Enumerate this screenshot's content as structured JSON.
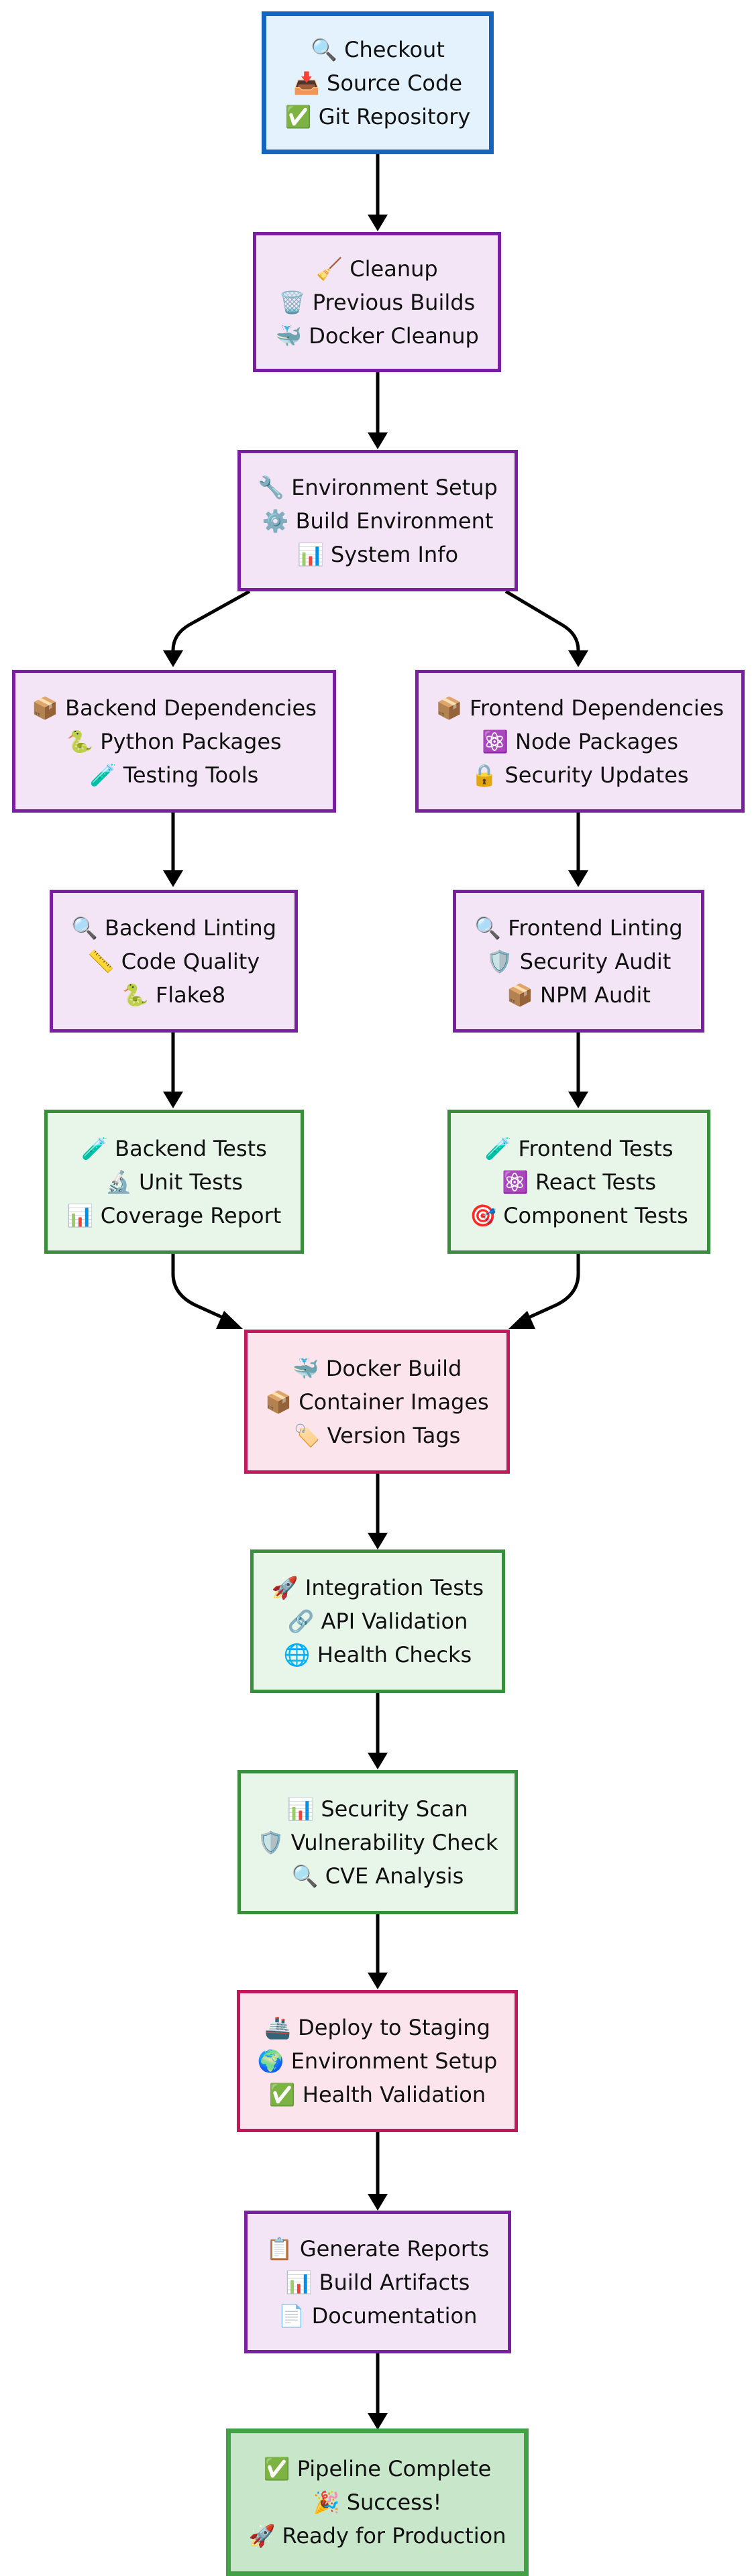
{
  "nodes": [
    {
      "id": "checkout",
      "lines": [
        "🔍 Checkout",
        "📥 Source Code",
        "✅ Git Repository"
      ]
    },
    {
      "id": "cleanup",
      "lines": [
        "🧹 Cleanup",
        "🗑️ Previous Builds",
        "🐳 Docker Cleanup"
      ]
    },
    {
      "id": "env-setup",
      "lines": [
        "🔧 Environment Setup",
        "⚙️ Build Environment",
        "📊 System Info"
      ]
    },
    {
      "id": "backend-deps",
      "lines": [
        "📦 Backend Dependencies",
        "🐍 Python Packages",
        "🧪 Testing Tools"
      ]
    },
    {
      "id": "frontend-deps",
      "lines": [
        "📦 Frontend Dependencies",
        "⚛️ Node Packages",
        "🔒 Security Updates"
      ]
    },
    {
      "id": "backend-lint",
      "lines": [
        "🔍 Backend Linting",
        "📏 Code Quality",
        "🐍 Flake8"
      ]
    },
    {
      "id": "frontend-lint",
      "lines": [
        "🔍 Frontend Linting",
        "🛡️ Security Audit",
        "📦 NPM Audit"
      ]
    },
    {
      "id": "backend-tests",
      "lines": [
        "🧪 Backend Tests",
        "🔬 Unit Tests",
        "📊 Coverage Report"
      ]
    },
    {
      "id": "frontend-tests",
      "lines": [
        "🧪 Frontend Tests",
        "⚛️ React Tests",
        "🎯 Component Tests"
      ]
    },
    {
      "id": "docker-build",
      "lines": [
        "🐳 Docker Build",
        "📦 Container Images",
        "🏷️ Version Tags"
      ]
    },
    {
      "id": "integration-tests",
      "lines": [
        "🚀 Integration Tests",
        "🔗 API Validation",
        "🌐 Health Checks"
      ]
    },
    {
      "id": "security-scan",
      "lines": [
        "📊 Security Scan",
        "🛡️ Vulnerability Check",
        "🔍 CVE Analysis"
      ]
    },
    {
      "id": "deploy-staging",
      "lines": [
        "🚢 Deploy to Staging",
        "🌍 Environment Setup",
        "✅ Health Validation"
      ]
    },
    {
      "id": "generate-reports",
      "lines": [
        "📋 Generate Reports",
        "📊 Build Artifacts",
        "📄 Documentation"
      ]
    },
    {
      "id": "pipeline-complete",
      "lines": [
        "✅ Pipeline Complete",
        "🎉 Success!",
        "🚀 Ready for Production"
      ]
    }
  ],
  "edges": [
    [
      "checkout",
      "cleanup"
    ],
    [
      "cleanup",
      "env-setup"
    ],
    [
      "env-setup",
      "backend-deps"
    ],
    [
      "env-setup",
      "frontend-deps"
    ],
    [
      "backend-deps",
      "backend-lint"
    ],
    [
      "frontend-deps",
      "frontend-lint"
    ],
    [
      "backend-lint",
      "backend-tests"
    ],
    [
      "frontend-lint",
      "frontend-tests"
    ],
    [
      "backend-tests",
      "docker-build"
    ],
    [
      "frontend-tests",
      "docker-build"
    ],
    [
      "docker-build",
      "integration-tests"
    ],
    [
      "integration-tests",
      "security-scan"
    ],
    [
      "security-scan",
      "deploy-staging"
    ],
    [
      "deploy-staging",
      "generate-reports"
    ],
    [
      "generate-reports",
      "pipeline-complete"
    ]
  ]
}
